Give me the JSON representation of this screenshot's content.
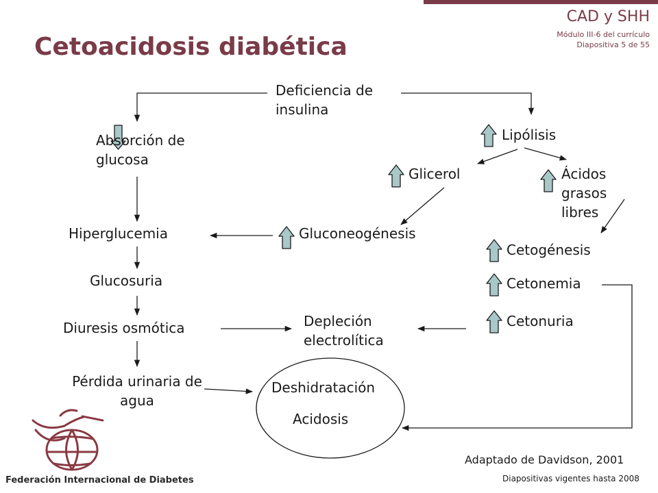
{
  "header": {
    "deck_title": "CAD y SHH",
    "module": "Módulo III-6 del currículo",
    "slide_counter": "Diapositiva  5 de 55"
  },
  "slide": {
    "title": "Cetoacidosis diabética"
  },
  "nodes": {
    "insulin_deficiency_line1": "Deficiencia de",
    "insulin_deficiency_line2": "insulina",
    "glucose_absorption_line1": "Absorción de",
    "glucose_absorption_line2": "glucosa",
    "lipolysis": "Lipólisis",
    "glycerol": "Glicerol",
    "ffa_line1": "Ácidos",
    "ffa_line2": "grasos",
    "ffa_line3": "libres",
    "hyperglycemia": "Hiperglucemia",
    "gluconeogenesis": "Gluconeogénesis",
    "ketogenesis": "Cetogénesis",
    "glucosuria": "Glucosuria",
    "ketonemia": "Cetonemia",
    "osmotic_diuresis": "Diuresis osmótica",
    "electrolyte_depletion_line1": "Depleción",
    "electrolyte_depletion_line2": "electrolítica",
    "ketonuria": "Cetonuria",
    "water_loss_line1": "Pérdida urinaria de",
    "water_loss_line2": "agua",
    "dehydration": "Deshidratación",
    "acidosis": "Acidosis"
  },
  "footer": {
    "credit": "Adaptado de Davidson, 2001",
    "organization": "Federación Internacional de Diabetes",
    "validity": "Diapositivas  vigentes hasta 2008"
  },
  "colors": {
    "brand": "#7a3b48",
    "arrow_fill": "#a9c8c8"
  },
  "icons": [
    "up-arrow-icon",
    "down-arrow-icon",
    "hummingbird-globe-logo"
  ]
}
